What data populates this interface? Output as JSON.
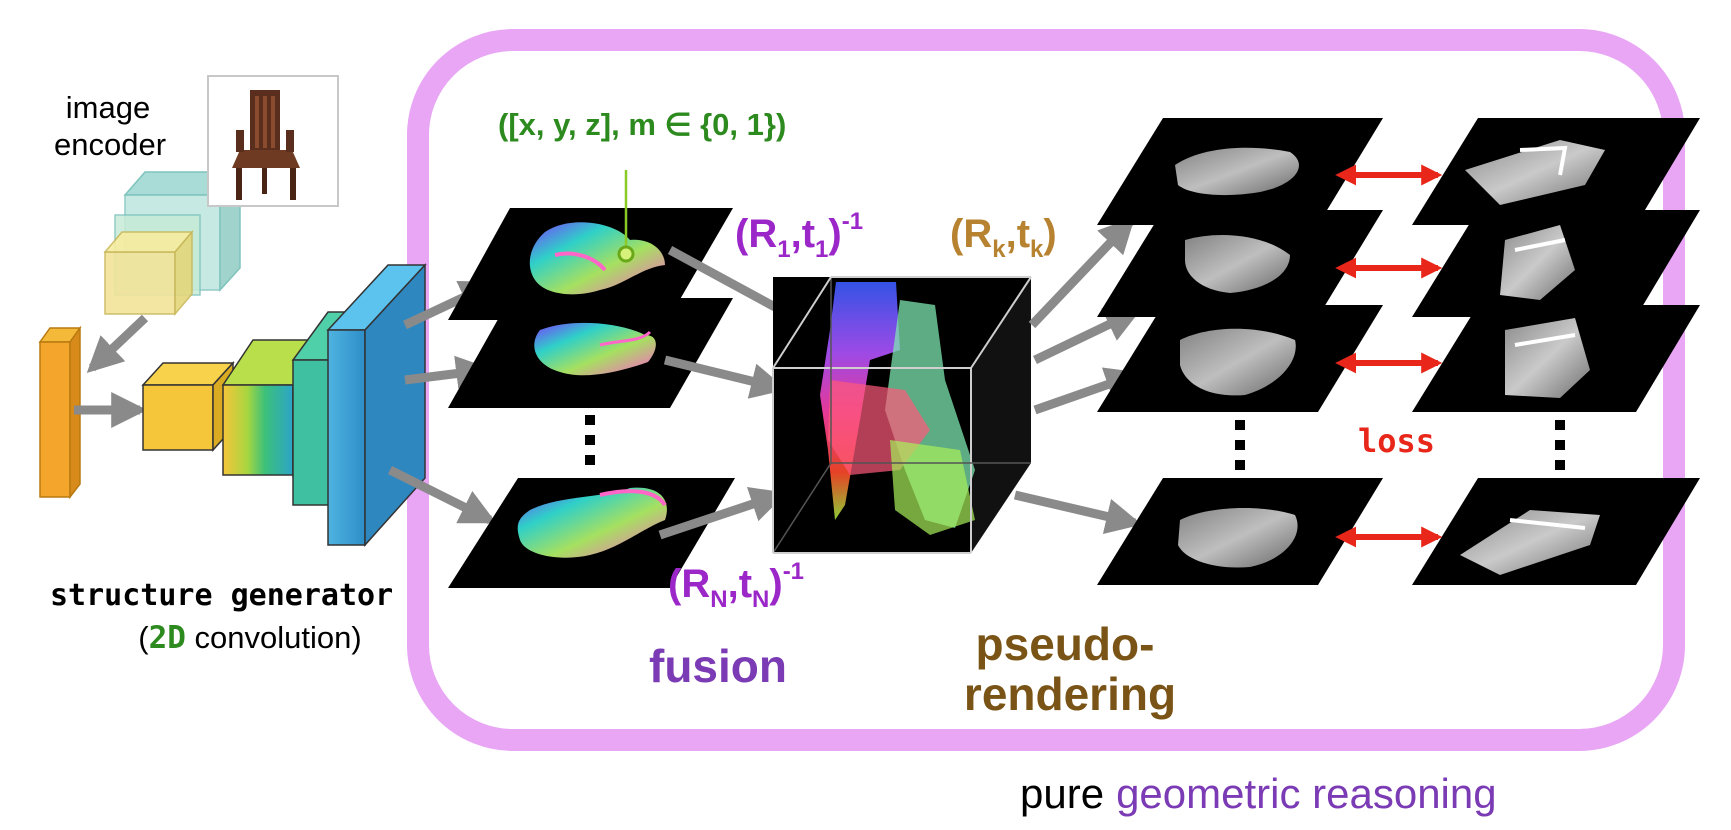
{
  "labels": {
    "image_encoder_line1": "image",
    "image_encoder_line2": "encoder",
    "structure_generator": "structure generator",
    "conv_prefix": "(",
    "conv_2d": "2D",
    "conv_suffix": " convolution)",
    "point_tuple": "([x, y, z], m ∈ {0, 1})",
    "fusion": "fusion",
    "pseudo_line1": "pseudo-",
    "pseudo_line2": "rendering",
    "loss": "loss",
    "pure": "pure",
    "geometric_reasoning": "geometric reasoning"
  },
  "transforms": {
    "first": {
      "R": "R",
      "R_sub": "1",
      "t": "t",
      "t_sub": "1",
      "exp": "-1"
    },
    "k": {
      "R": "R",
      "R_sub": "k",
      "t": "t",
      "t_sub": "k"
    },
    "last": {
      "R": "R",
      "R_sub": "N",
      "t": "t",
      "t_sub": "N",
      "exp": "-1"
    }
  },
  "colors": {
    "region_border": "#e8a6f5",
    "purple_text": "#9b27c9",
    "fusion_text": "#7b3bb5",
    "brown_text": "#7a5416",
    "tan_text": "#b78330",
    "green_text": "#2c8a1e",
    "loss_red": "#e8271a",
    "arrow_gray": "#8a8a8a"
  }
}
